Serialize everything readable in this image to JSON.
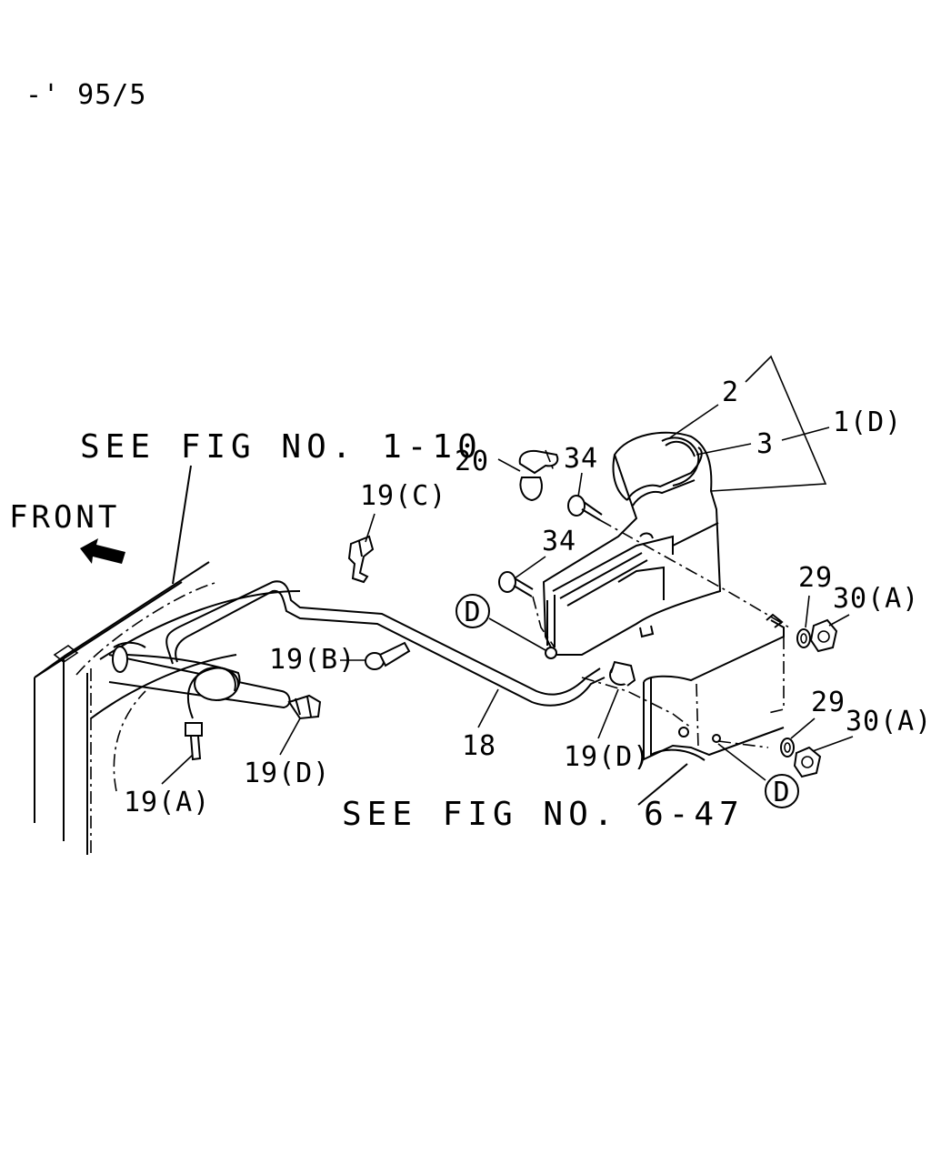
{
  "header": {
    "serial_range": "-' 95/5"
  },
  "references": {
    "fig_top": "SEE FIG NO. 1-10",
    "fig_bottom": "SEE FIG NO. 6-47"
  },
  "direction": {
    "label": "FRONT"
  },
  "callouts": {
    "p2": "2",
    "p3": "3",
    "p1d": "1(D)",
    "p20": "20",
    "p34a": "34",
    "p34b": "34",
    "p19c": "19(C)",
    "p19b": "19(B)",
    "p19d_left": "19(D)",
    "p19d_right": "19(D)",
    "p19a": "19(A)",
    "p18": "18",
    "p29a": "29",
    "p29b": "29",
    "p30a_top": "30(A)",
    "p30a_bottom": "30(A)",
    "d_left": "D",
    "d_right": "D"
  }
}
